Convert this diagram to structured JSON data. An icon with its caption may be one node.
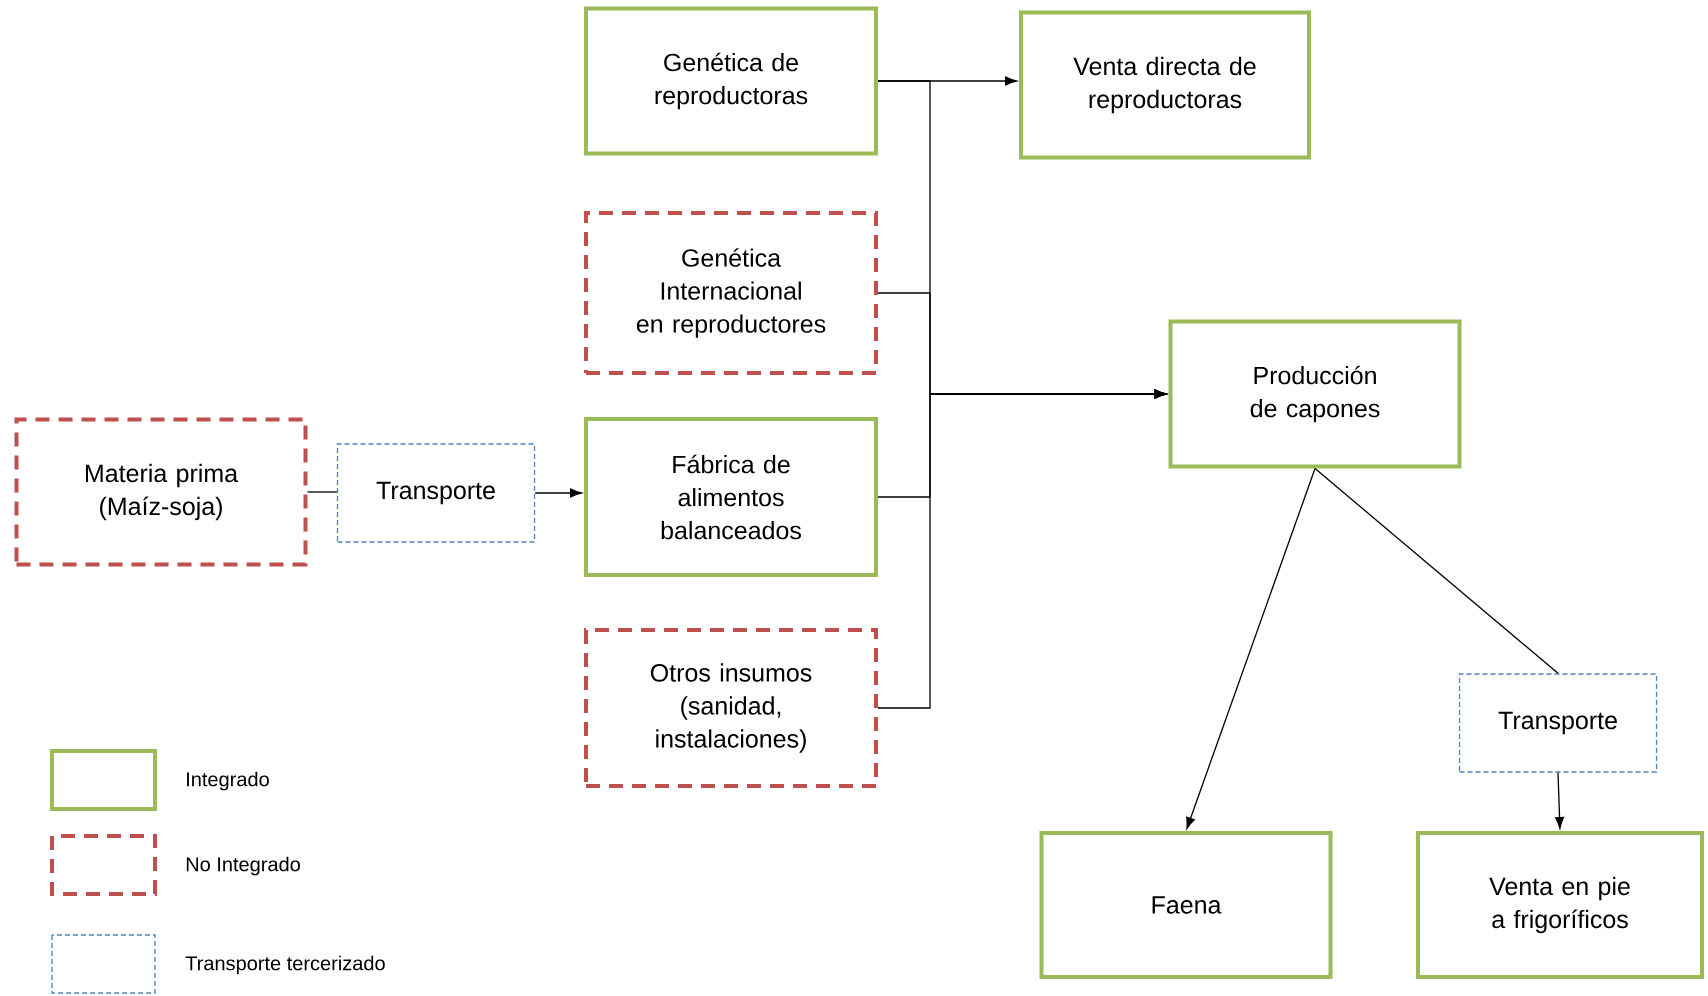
{
  "diagram": {
    "nodes": [
      {
        "text": [
          "Genética de reproductoras"
        ]
      },
      {
        "text": [
          "Venta directa de reproductoras"
        ]
      },
      {
        "text": [
          "Genética Internacional en reproductores"
        ]
      },
      {
        "text": [
          "Producción de capones"
        ]
      },
      {
        "text": [
          "Materia prima (Maíz-soja)"
        ]
      },
      {
        "text": [
          "Transporte"
        ]
      },
      {
        "text": [
          "Fábrica de alimentos balanceados"
        ]
      },
      {
        "text": [
          "Otros insumos (sanidad, instalaciones)"
        ]
      },
      {
        "text": [
          "Transporte"
        ]
      },
      {
        "text": [
          "Faena"
        ]
      },
      {
        "text": [
          "Venta en pie a frigoríficos"
        ]
      }
    ],
    "edges": [
      {
        "from": 0,
        "to": 1,
        "arrow": "to"
      },
      {
        "from": 0,
        "to": 3,
        "arrow": "to"
      },
      {
        "from": 2,
        "to": 3,
        "arrow": "to"
      },
      {
        "from": 6,
        "to": 3,
        "arrow": "to"
      },
      {
        "from": 7,
        "to": 3,
        "arrow": "to"
      },
      {
        "from": 4,
        "to": 5,
        "arrow": "none"
      },
      {
        "from": 5,
        "to": 6,
        "arrow": "to"
      },
      {
        "from": 3,
        "to": 9,
        "arrow": "to"
      },
      {
        "from": 3,
        "to": 8,
        "arrow": "none"
      },
      {
        "from": 8,
        "to": 10,
        "arrow": "to"
      }
    ],
    "legend": [
      {
        "text": "Integrado"
      },
      {
        "text": "No Integrado"
      },
      {
        "text": "Transporte tercerizado"
      }
    ]
  }
}
